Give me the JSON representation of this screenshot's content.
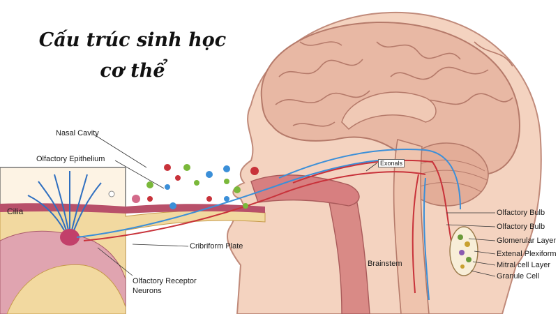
{
  "title": {
    "line1": "Cấu trúc sinh học",
    "line2": "cơ thể"
  },
  "labels": {
    "nasal_cavity": "Nasal Cavity",
    "olfactory_epithelium": "Olfactory Epithelium",
    "cilia": "Cilia",
    "cribriform_plate": "Cribriform Plate",
    "olfactory_receptor_line1": "Olfactory Receptor",
    "olfactory_receptor_line2": "Neurons",
    "brainstem": "Brainstem",
    "exonals": "Exonals",
    "olfactory_bulb_1": "Olfactory Bulb",
    "olfactory_bulb_2": "Olfactory Bulb",
    "glomerular_layer": "Glomerular Layer",
    "external_plexiform": "Extenal Plexiform",
    "mitral_cell_layer": "Mitral cell Layer",
    "granule_cell": "Granule Cell"
  },
  "colors": {
    "skin": "#f4d3c0",
    "skin_outline": "#c08a7a",
    "brain": "#e8b8a4",
    "brain_outline": "#b57a6a",
    "bone": "#f2d9a0",
    "nerve_blue": "#3b8fd8",
    "vessel_red": "#c8323a",
    "mucosa": "#b8506a"
  }
}
